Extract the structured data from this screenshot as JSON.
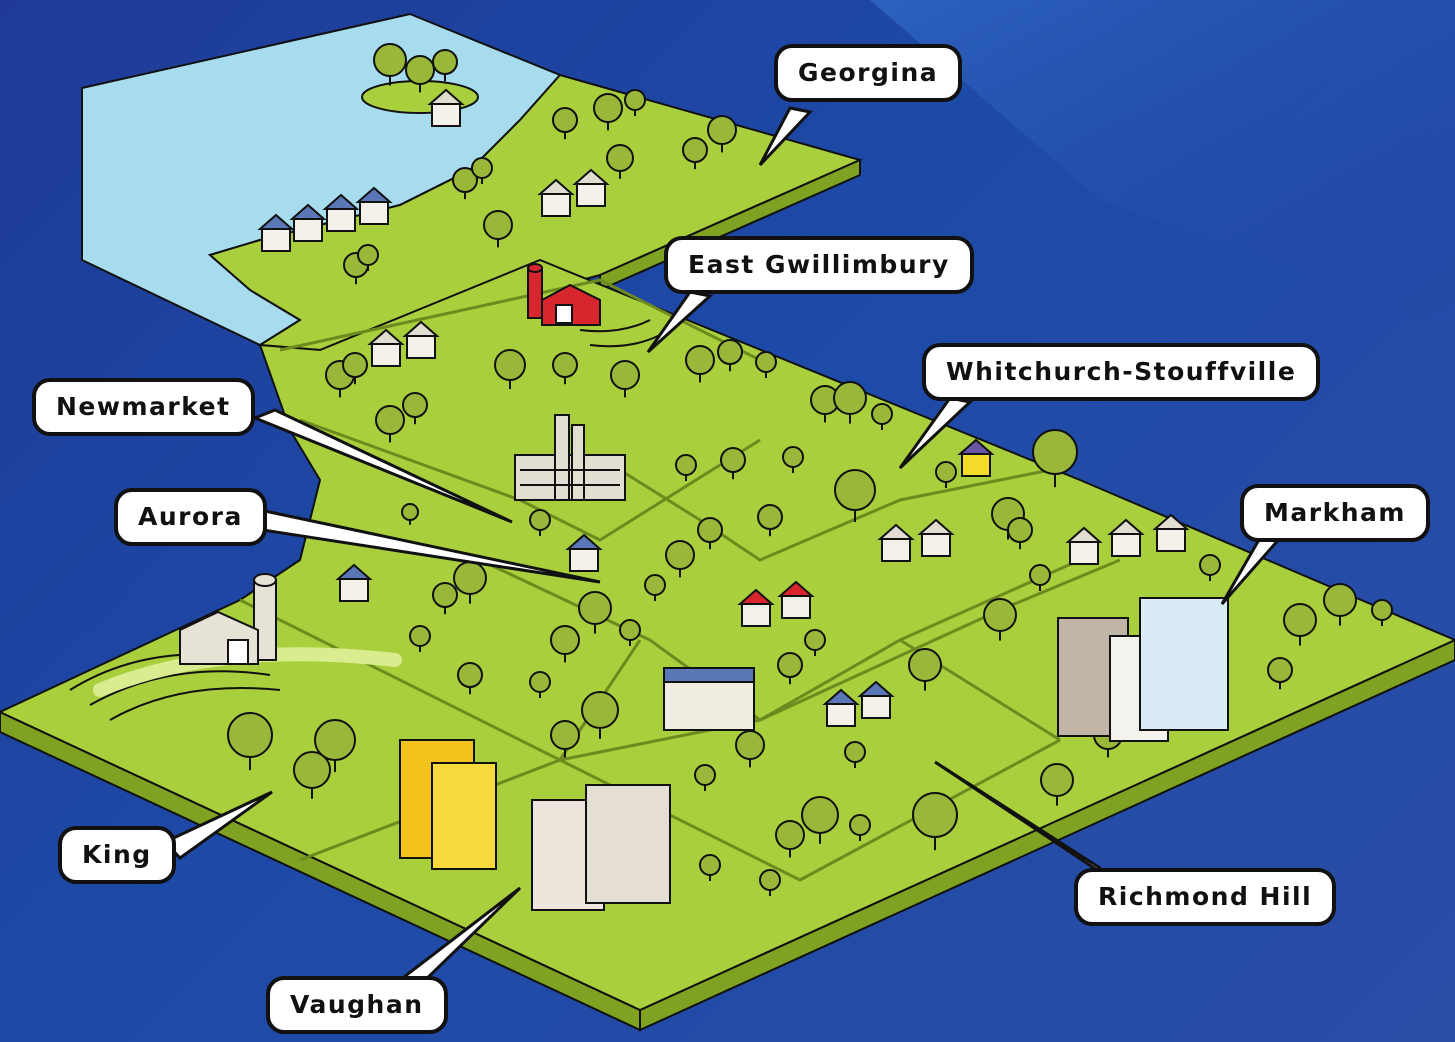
{
  "colors": {
    "background": "#1f3b97",
    "land": "#a9cf3d",
    "land_edge": "#7fa223",
    "water": "#a6dcee",
    "outline": "#111111",
    "tree": "#99b83a",
    "house_roof": "#5a78b8",
    "barn_red": "#d7262e",
    "building_yellow": "#f4c21d"
  },
  "icons": [
    "tree-icon",
    "house-icon",
    "barn-icon",
    "silo-icon",
    "office-tower-icon",
    "factory-icon"
  ],
  "municipalities": [
    {
      "id": "georgina",
      "label": "Georgina"
    },
    {
      "id": "east-gwillimbury",
      "label": "East Gwillimbury"
    },
    {
      "id": "whitchurch-stouffville",
      "label": "Whitchurch-Stouffville"
    },
    {
      "id": "newmarket",
      "label": "Newmarket"
    },
    {
      "id": "aurora",
      "label": "Aurora"
    },
    {
      "id": "markham",
      "label": "Markham"
    },
    {
      "id": "king",
      "label": "King"
    },
    {
      "id": "richmond-hill",
      "label": "Richmond Hill"
    },
    {
      "id": "vaughan",
      "label": "Vaughan"
    }
  ]
}
